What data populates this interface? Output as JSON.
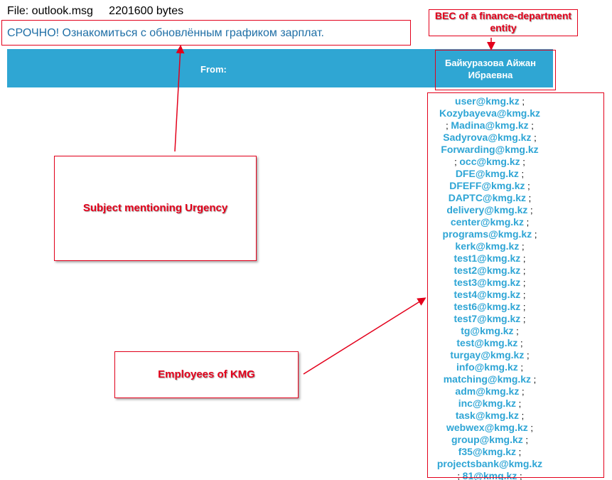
{
  "file": {
    "label": "File: outlook.msg",
    "size": "2201600 bytes"
  },
  "email": {
    "subject": "СРОЧНО! Ознакомиться с обновлённым графиком зарплат.",
    "from_label": "From:",
    "from_line1": "Байкуразова Айжан",
    "from_line2": "Ибраевна",
    "recipients": [
      {
        "lead": "",
        "addr": "user@kmg.kz",
        "trail": " ;"
      },
      {
        "lead": "",
        "addr": "Kozybayeva@kmg.kz",
        "trail": ""
      },
      {
        "lead": ";  ",
        "addr": "Madina@kmg.kz",
        "trail": " ;"
      },
      {
        "lead": "",
        "addr": "Sadyrova@kmg.kz",
        "trail": " ;"
      },
      {
        "lead": "",
        "addr": "Forwarding@kmg.kz",
        "trail": ""
      },
      {
        "lead": ";  ",
        "addr": "occ@kmg.kz",
        "trail": " ;"
      },
      {
        "lead": "",
        "addr": "DFE@kmg.kz",
        "trail": " ;"
      },
      {
        "lead": "",
        "addr": "DFEFF@kmg.kz",
        "trail": " ;"
      },
      {
        "lead": "",
        "addr": "DAPTC@kmg.kz",
        "trail": " ;"
      },
      {
        "lead": "",
        "addr": "delivery@kmg.kz",
        "trail": " ;"
      },
      {
        "lead": "",
        "addr": "center@kmg.kz",
        "trail": " ;"
      },
      {
        "lead": "",
        "addr": "programs@kmg.kz",
        "trail": " ;"
      },
      {
        "lead": "",
        "addr": "kerk@kmg.kz",
        "trail": " ;"
      },
      {
        "lead": "",
        "addr": "test1@kmg.kz",
        "trail": " ;"
      },
      {
        "lead": "",
        "addr": "test2@kmg.kz",
        "trail": " ;"
      },
      {
        "lead": "",
        "addr": "test3@kmg.kz",
        "trail": " ;"
      },
      {
        "lead": "",
        "addr": "test4@kmg.kz",
        "trail": " ;"
      },
      {
        "lead": "",
        "addr": "test6@kmg.kz",
        "trail": " ;"
      },
      {
        "lead": "",
        "addr": "test7@kmg.kz",
        "trail": " ;"
      },
      {
        "lead": "",
        "addr": "tg@kmg.kz",
        "trail": " ;"
      },
      {
        "lead": "",
        "addr": "test@kmg.kz",
        "trail": " ;"
      },
      {
        "lead": "",
        "addr": "turgay@kmg.kz",
        "trail": " ;"
      },
      {
        "lead": "",
        "addr": "info@kmg.kz",
        "trail": " ;"
      },
      {
        "lead": "",
        "addr": "matching@kmg.kz",
        "trail": " ;"
      },
      {
        "lead": "",
        "addr": "adm@kmg.kz",
        "trail": " ;"
      },
      {
        "lead": "",
        "addr": "inc@kmg.kz",
        "trail": " ;"
      },
      {
        "lead": "",
        "addr": "task@kmg.kz",
        "trail": " ;"
      },
      {
        "lead": "",
        "addr": "webwex@kmg.kz",
        "trail": " ;"
      },
      {
        "lead": "",
        "addr": "group@kmg.kz",
        "trail": " ;"
      },
      {
        "lead": "",
        "addr": "f35@kmg.kz",
        "trail": " ;"
      },
      {
        "lead": "",
        "addr": "projectsbank@kmg.kz",
        "trail": ""
      },
      {
        "lead": ";  ",
        "addr": "81@kmg.kz",
        "trail": " ;"
      }
    ]
  },
  "annotations": {
    "bec_label": "BEC of a finance-department entity",
    "subject_label": "Subject mentioning Urgency",
    "employees_label": "Employees of KMG",
    "color": "#e3001b"
  },
  "colors": {
    "header_bar": "#2fa6d3",
    "recipient_link": "#2ea5d5",
    "subject_text": "#1f6fa6"
  }
}
